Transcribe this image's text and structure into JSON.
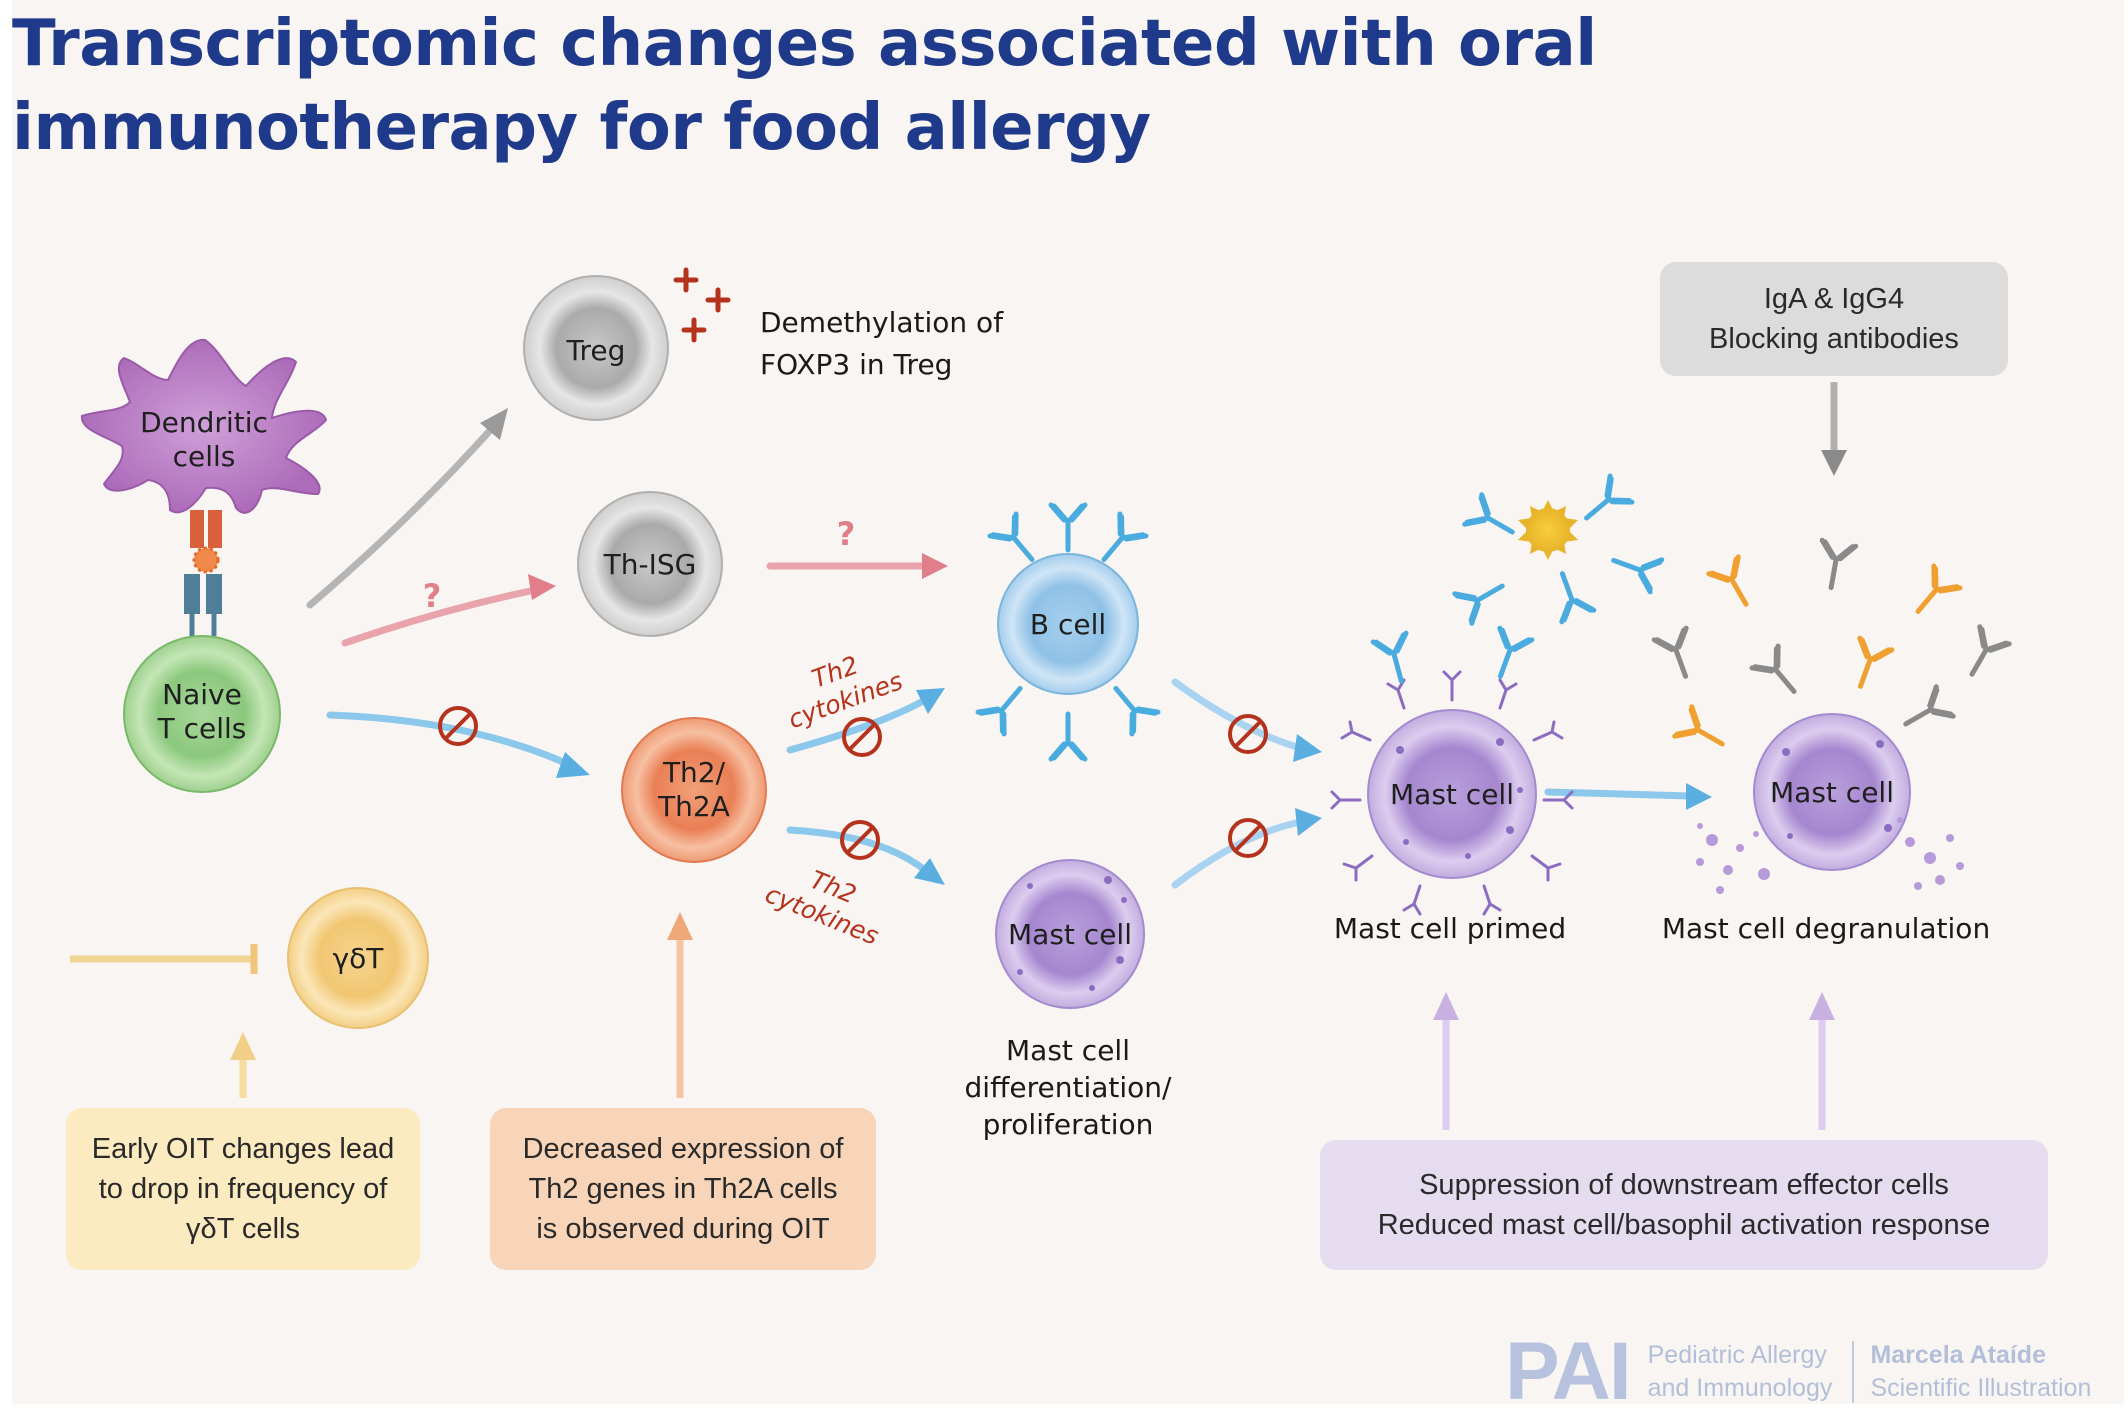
{
  "title": "Transcriptomic changes associated with oral immunotherapy for food allergy",
  "cells": {
    "dendritic": [
      "Dendritic",
      "cells"
    ],
    "naive_t": [
      "Naive",
      "T cells"
    ],
    "treg": "Treg",
    "th_isg": "Th-ISG",
    "th2": [
      "Th2/",
      "Th2A"
    ],
    "gamma_delta": "γδT",
    "b_cell": "B cell",
    "mast_cell": "Mast cell",
    "mast_primed": "Mast cell",
    "mast_degranulated": "Mast cell"
  },
  "labels": {
    "demethylation": [
      "Demethylation of",
      "FOXP3 in Treg"
    ],
    "th2_cytokines": [
      "Th2",
      "cytokines"
    ],
    "question_mark": "?",
    "mast_differentiation": [
      "Mast cell",
      "differentiation/",
      "proliferation"
    ],
    "mast_primed": "Mast cell primed",
    "mast_degranulation": "Mast cell degranulation"
  },
  "boxes": {
    "gamma_delta": [
      "Early OIT changes lead",
      "to drop in frequency of",
      "γδT cells"
    ],
    "th2_expression": [
      "Decreased expression of",
      "Th2 genes in Th2A cells",
      "is observed during OIT"
    ],
    "suppression": [
      "Suppression of downstream effector cells",
      "Reduced mast cell/basophil activation response"
    ],
    "antibodies": [
      "IgA & IgG4",
      "Blocking antibodies"
    ]
  },
  "logo": {
    "mark": "PAI",
    "journal": [
      "Pediatric Allergy",
      "and Immunology"
    ],
    "credit": [
      "Marcela Ataíde",
      "Scientific Illustration"
    ]
  },
  "colors": {
    "title": "#1f3a8a",
    "arrow_blue": "#5aaee0",
    "arrow_pink": "#e07f8a",
    "arrow_gray": "#9a9a9a",
    "arrow_orange": "#f0a878",
    "arrow_purple": "#c8b0e0",
    "arrow_yellow": "#f2cf86",
    "inhibit_red": "#b5321c",
    "antibody_blue": "#4aabdf",
    "antibody_orange": "#f0a030",
    "antibody_gray": "#8a8a8a"
  }
}
